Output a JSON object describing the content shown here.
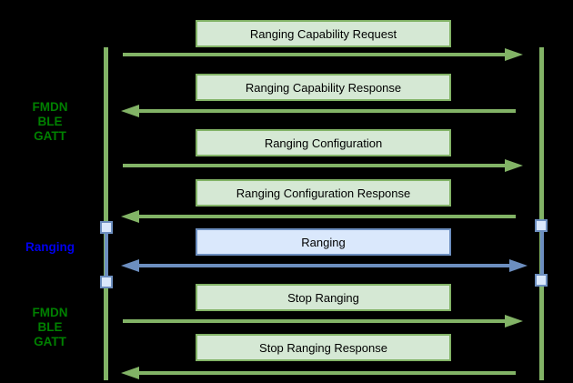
{
  "colors": {
    "background": "#000000",
    "green_fill": "#d5e8d4",
    "green_stroke": "#82b366",
    "blue_fill": "#dae8fc",
    "blue_stroke": "#6c8ebf",
    "phase_green_text": "#008000",
    "phase_blue_text": "#0000ee",
    "message_text": "#000000"
  },
  "phases": [
    {
      "label": "FMDN\nBLE\nGATT",
      "style": "green"
    },
    {
      "label": "Ranging",
      "style": "blue"
    },
    {
      "label": "FMDN\nBLE\nGATT",
      "style": "green"
    }
  ],
  "messages": [
    {
      "label": "Ranging Capability Request",
      "style": "green",
      "direction": "right"
    },
    {
      "label": "Ranging Capability Response",
      "style": "green",
      "direction": "left"
    },
    {
      "label": "Ranging Configuration",
      "style": "green",
      "direction": "right"
    },
    {
      "label": "Ranging Configuration Response",
      "style": "green",
      "direction": "left"
    },
    {
      "label": "Ranging",
      "style": "blue",
      "direction": "both"
    },
    {
      "label": "Stop Ranging",
      "style": "green",
      "direction": "right"
    },
    {
      "label": "Stop Ranging Response",
      "style": "green",
      "direction": "left"
    }
  ]
}
